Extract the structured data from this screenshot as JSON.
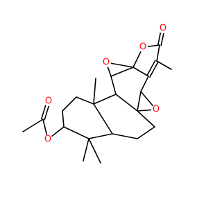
{
  "structure": {
    "colors": {
      "bond": "#000000",
      "oxygen": "#ff0d0d",
      "background": "#ffffff"
    },
    "atoms": [
      {
        "id": "o_carbonyl",
        "label": "O"
      },
      {
        "id": "o_lactone",
        "label": "O"
      },
      {
        "id": "o_epoxide_upper",
        "label": "O"
      },
      {
        "id": "o_epoxide_lower",
        "label": "O"
      },
      {
        "id": "o_ester",
        "label": "O"
      },
      {
        "id": "o_ester_carbonyl",
        "label": "O"
      }
    ]
  }
}
